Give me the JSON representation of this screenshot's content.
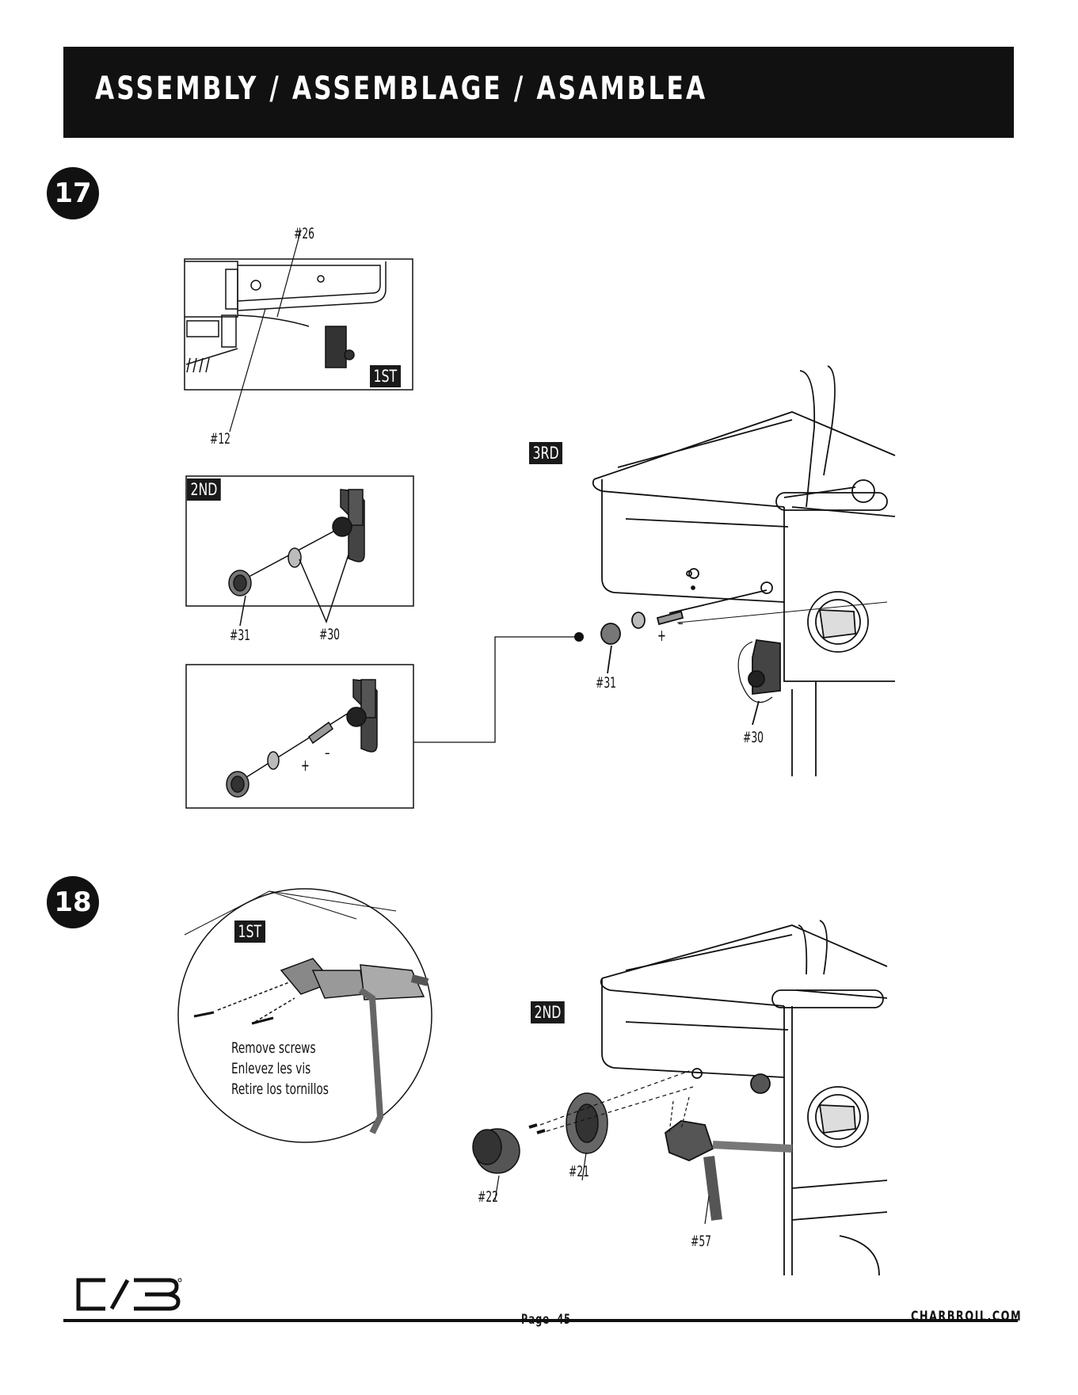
{
  "header": {
    "title": "ASSEMBLY / ASSEMBLAGE / ASAMBLEA"
  },
  "step17": {
    "number": "17",
    "panel_1st": {
      "tag": "1ST",
      "part_top": "#26",
      "part_bottom": "#12"
    },
    "panel_2nd": {
      "tag": "2ND",
      "part_left": "#31",
      "part_right": "#30"
    },
    "panel_3rd": {
      "tag": "3RD",
      "part_left": "#31",
      "part_right": "#30"
    },
    "plus": "+",
    "minus": "–"
  },
  "step18": {
    "number": "18",
    "detail": {
      "tag": "1ST",
      "note_en": "Remove screws",
      "note_fr": "Enlevez les vis",
      "note_es": "Retire los tornillos"
    },
    "main": {
      "tag": "2ND",
      "part_knob": "#22",
      "part_bezel": "#21",
      "part_valve": "#57"
    }
  },
  "footer": {
    "page": "Page 45",
    "site": "CHARBROIL.COM"
  }
}
